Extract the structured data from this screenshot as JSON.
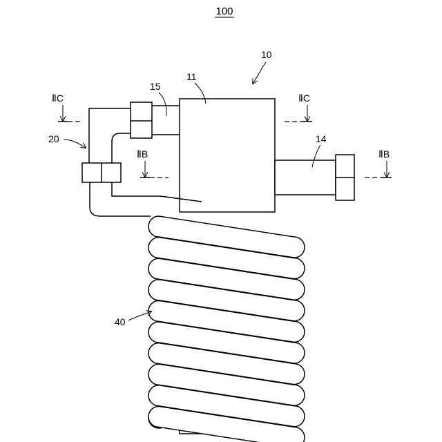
{
  "figure": {
    "number": "100",
    "labels": {
      "device": "10",
      "body": "11",
      "port_right": "14",
      "port_left": "15",
      "connector": "20",
      "coil": "40"
    },
    "sections": {
      "c_left": "ⅡC",
      "c_right": "ⅡC",
      "b_left": "ⅡB",
      "b_right": "ⅡB"
    }
  }
}
